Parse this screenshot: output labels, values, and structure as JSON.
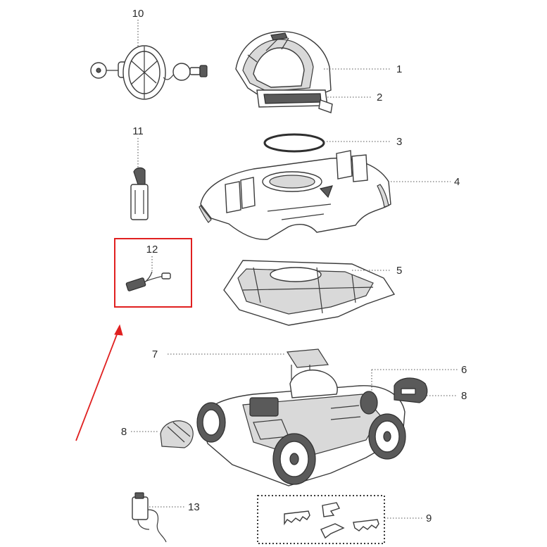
{
  "diagram": {
    "callouts": {
      "c1": "1",
      "c2": "2",
      "c3": "3",
      "c4": "4",
      "c5": "5",
      "c6": "6",
      "c7": "7",
      "c8a": "8",
      "c8b": "8",
      "c9": "9",
      "c10": "10",
      "c11": "11",
      "c12": "12",
      "c13": "13"
    },
    "highlight": {
      "color": "#e02020",
      "target": "12"
    }
  }
}
